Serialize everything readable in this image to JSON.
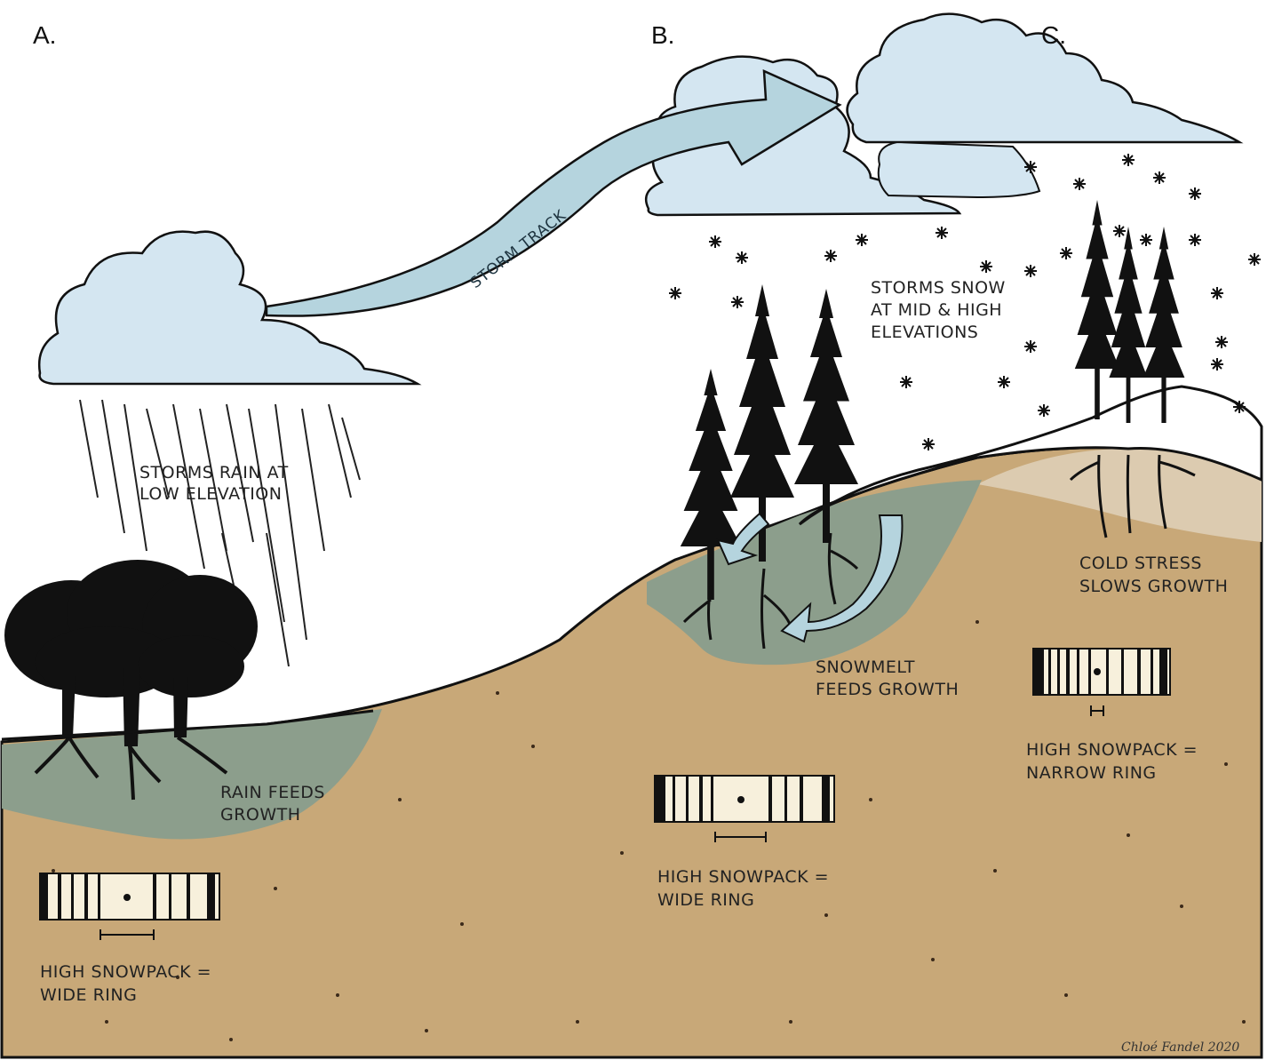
{
  "panels": [
    "A.",
    "B.",
    "C."
  ],
  "labels": {
    "storm_track": "STORM TRACK",
    "rain_line1": "STORMS RAIN AT",
    "rain_line2": "LOW ELEVATION",
    "snow_line1": "STORMS SNOW",
    "snow_line2": "AT MID & HIGH",
    "snow_line3": "ELEVATIONS",
    "rain_feeds_1": "RAIN FEEDS",
    "rain_feeds_2": "GROWTH",
    "snowmelt_1": "SNOWMELT",
    "snowmelt_2": "FEEDS GROWTH",
    "cold_1": "COLD STRESS",
    "cold_2": "SLOWS GROWTH"
  },
  "rings": {
    "a_line1": "HIGH SNOWPACK =",
    "a_line2": "WIDE RING",
    "b_line1": "HIGH SNOWPACK =",
    "b_line2": "WIDE RING",
    "c_line1": "HIGH SNOWPACK =",
    "c_line2": "NARROW RING"
  },
  "credit": "Chloé Fandel 2020",
  "colors": {
    "soil": "#c8a878",
    "soil_high": "#dccbb0",
    "groundwater": "#8c9e8c",
    "cloud": "#d4e6f1",
    "arrow": "#b5d4de",
    "tree": "#111111",
    "core_bg": "#f7f0dc"
  }
}
